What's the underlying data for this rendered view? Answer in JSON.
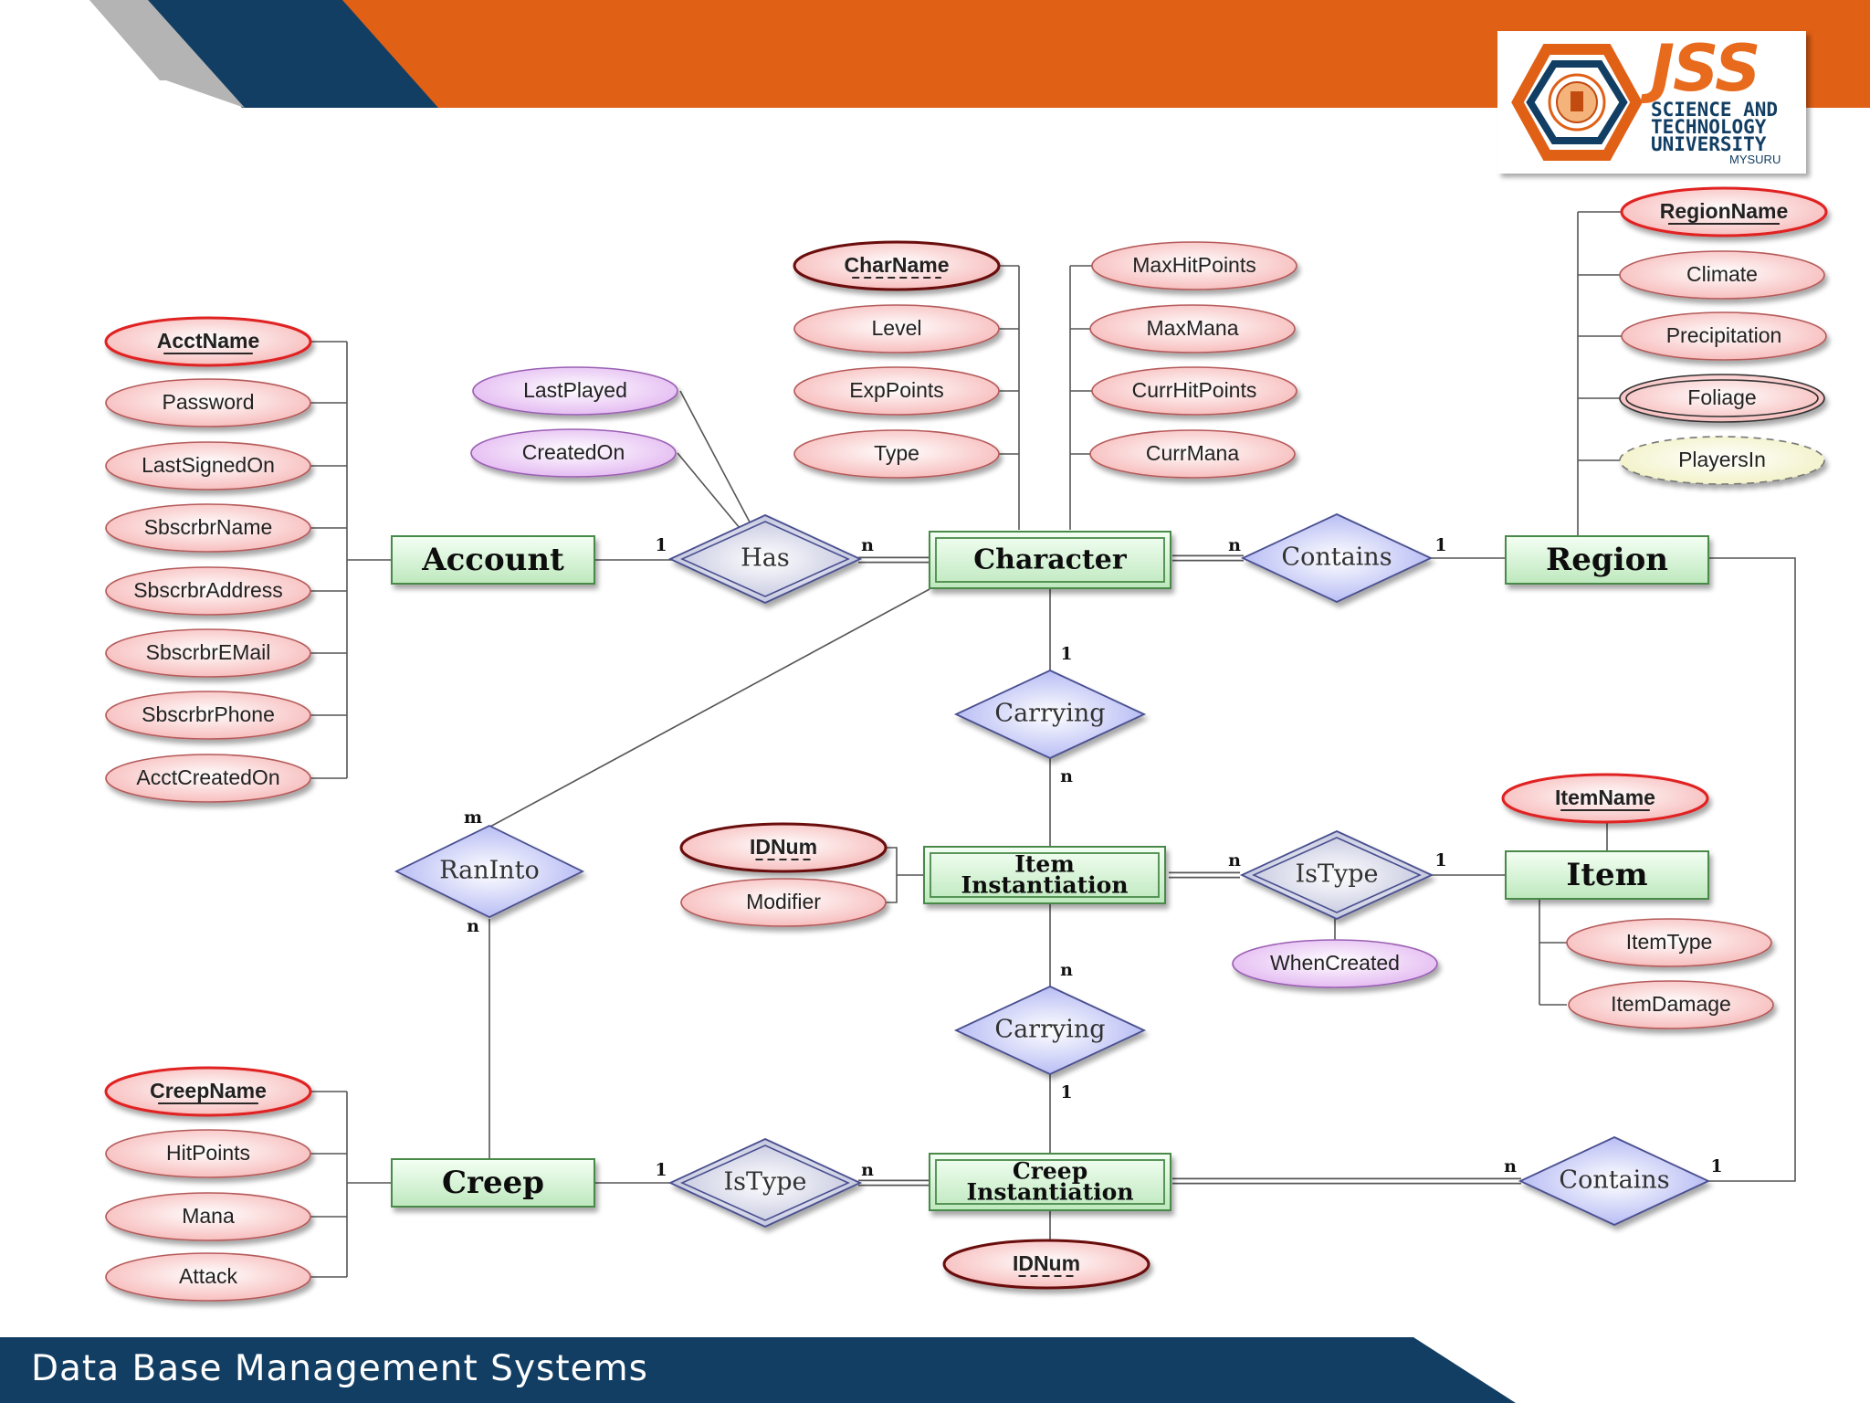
{
  "footer": {
    "title": "Data Base Management Systems"
  },
  "logo": {
    "word": "JSS",
    "line1": "SCIENCE AND",
    "line2": "TECHNOLOGY",
    "line3": "UNIVERSITY",
    "line4": "MYSURU"
  },
  "colors": {
    "navy": "#123e63",
    "orange": "#e06016",
    "gray": "#b4b4b4",
    "entity": "#c8efc8",
    "relationship": "#c9cdf6",
    "attribute": "#f9c9c9",
    "relationship_attribute": "#ebcdf4",
    "derived_attribute": "#f8f8d8"
  },
  "entities": [
    {
      "id": "account",
      "label": "Account"
    },
    {
      "id": "character",
      "label": "Character"
    },
    {
      "id": "region",
      "label": "Region"
    },
    {
      "id": "item_inst",
      "label": "Item Instantiation",
      "lines": [
        "Item",
        "Instantiation"
      ]
    },
    {
      "id": "item",
      "label": "Item"
    },
    {
      "id": "creep",
      "label": "Creep"
    },
    {
      "id": "creep_inst",
      "label": "Creep Instantiation",
      "lines": [
        "Creep",
        "Instantiation"
      ]
    }
  ],
  "relationships": [
    {
      "id": "has",
      "label": "Has"
    },
    {
      "id": "contains_region",
      "label": "Contains"
    },
    {
      "id": "carrying_item",
      "label": "Carrying"
    },
    {
      "id": "istype_item",
      "label": "IsType"
    },
    {
      "id": "carrying_creep",
      "label": "Carrying"
    },
    {
      "id": "ranInto",
      "label": "RanInto"
    },
    {
      "id": "istype_creep",
      "label": "IsType"
    },
    {
      "id": "contains_creep",
      "label": "Contains"
    }
  ],
  "attributes": [
    {
      "id": "acctname",
      "label": "AcctName"
    },
    {
      "id": "password",
      "label": "Password"
    },
    {
      "id": "lastsignedon",
      "label": "LastSignedOn"
    },
    {
      "id": "sbscrbrname",
      "label": "SbscrbrName"
    },
    {
      "id": "sbscrbraddress",
      "label": "SbscrbrAddress"
    },
    {
      "id": "sbscrbremail",
      "label": "SbscrbrEMail"
    },
    {
      "id": "sbscrbrphone",
      "label": "SbscrbrPhone"
    },
    {
      "id": "acctcreatedon",
      "label": "AcctCreatedOn"
    },
    {
      "id": "lastplayed",
      "label": "LastPlayed"
    },
    {
      "id": "createdon",
      "label": "CreatedOn"
    },
    {
      "id": "charname",
      "label": "CharName"
    },
    {
      "id": "level",
      "label": "Level"
    },
    {
      "id": "exppoints",
      "label": "ExpPoints"
    },
    {
      "id": "type",
      "label": "Type"
    },
    {
      "id": "maxhitpoints",
      "label": "MaxHitPoints"
    },
    {
      "id": "maxmana",
      "label": "MaxMana"
    },
    {
      "id": "currhitpoints",
      "label": "CurrHitPoints"
    },
    {
      "id": "currmana",
      "label": "CurrMana"
    },
    {
      "id": "regionname",
      "label": "RegionName"
    },
    {
      "id": "climate",
      "label": "Climate"
    },
    {
      "id": "precipitation",
      "label": "Precipitation"
    },
    {
      "id": "foliage",
      "label": "Foliage"
    },
    {
      "id": "playersin",
      "label": "PlayersIn"
    },
    {
      "id": "idnum_item",
      "label": "IDNum"
    },
    {
      "id": "modifier",
      "label": "Modifier"
    },
    {
      "id": "whencreated",
      "label": "WhenCreated"
    },
    {
      "id": "itemname",
      "label": "ItemName"
    },
    {
      "id": "itemtype",
      "label": "ItemType"
    },
    {
      "id": "itemdamage",
      "label": "ItemDamage"
    },
    {
      "id": "creepname",
      "label": "CreepName"
    },
    {
      "id": "hitpoints",
      "label": "HitPoints"
    },
    {
      "id": "mana",
      "label": "Mana"
    },
    {
      "id": "attack",
      "label": "Attack"
    },
    {
      "id": "idnum_creep",
      "label": "IDNum"
    }
  ],
  "cardinalities": [
    {
      "id": "has_account",
      "label": "1"
    },
    {
      "id": "has_character",
      "label": "n"
    },
    {
      "id": "contains_character",
      "label": "n"
    },
    {
      "id": "contains_region",
      "label": "1"
    },
    {
      "id": "carrying_top_character",
      "label": "1"
    },
    {
      "id": "carrying_top_item",
      "label": "n"
    },
    {
      "id": "istype_item_inst",
      "label": "n"
    },
    {
      "id": "istype_item_item",
      "label": "1"
    },
    {
      "id": "carrying_bottom_item",
      "label": "n"
    },
    {
      "id": "carrying_bottom_creep",
      "label": "1"
    },
    {
      "id": "raninto_character",
      "label": "m"
    },
    {
      "id": "raninto_creep",
      "label": "n"
    },
    {
      "id": "istype_creep_creep",
      "label": "1"
    },
    {
      "id": "istype_creep_inst",
      "label": "n"
    },
    {
      "id": "contains2_creep",
      "label": "n"
    },
    {
      "id": "contains2_region",
      "label": "1"
    }
  ]
}
